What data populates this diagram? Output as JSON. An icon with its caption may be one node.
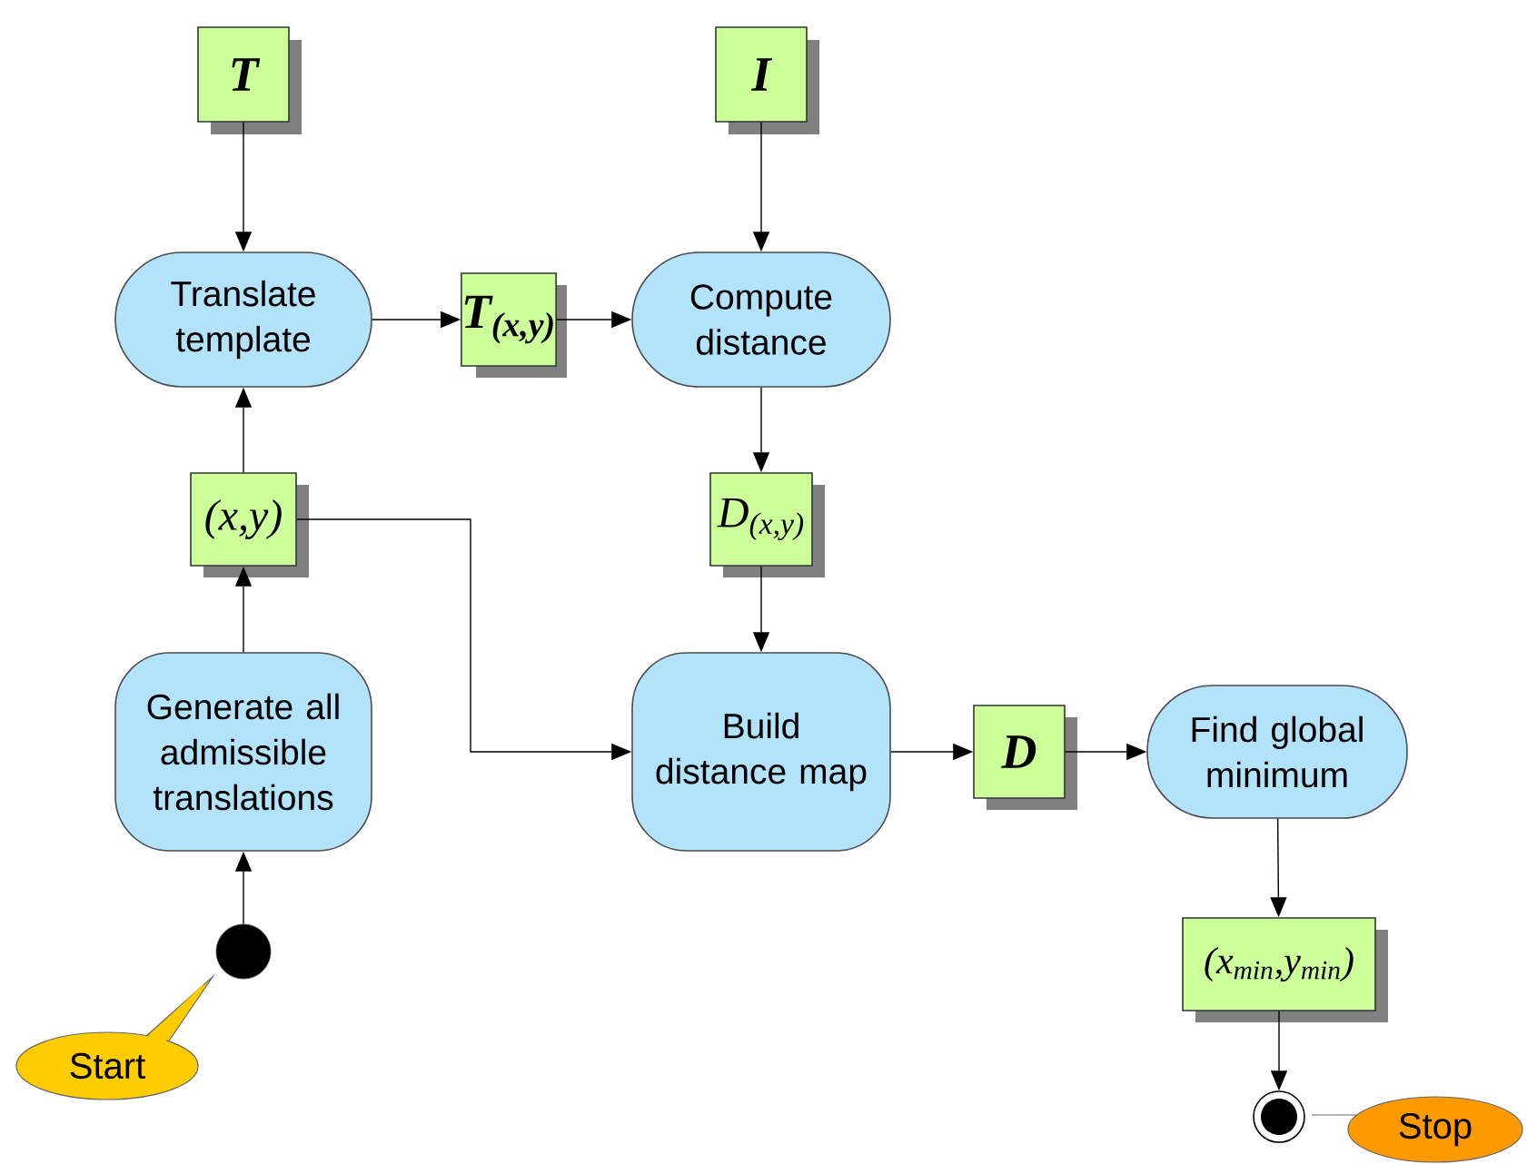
{
  "diagram": {
    "nodes": [
      {
        "text": [
          "T"
        ]
      },
      {
        "text": [
          "I"
        ]
      },
      {
        "text": [
          "Translate template"
        ]
      },
      {
        "text": [
          "T$_{(x,y)}$"
        ]
      },
      {
        "text": [
          "Compute distance"
        ]
      },
      {
        "text": [
          "(x,y)"
        ]
      },
      {
        "text": [
          "D$_{(x,y)}$"
        ]
      },
      {
        "text": [
          "Generate all admissible translations"
        ]
      },
      {
        "text": [
          "Build distance map"
        ]
      },
      {
        "text": [
          "D"
        ]
      },
      {
        "text": [
          "Find global minimum"
        ]
      },
      {
        "text": [],
        "shape": "circle"
      },
      {
        "text": [
          "(x$_{min}$,y$_{min}$)"
        ]
      },
      {
        "text": [],
        "shape": "circle"
      },
      {
        "text": [
          "Start"
        ]
      },
      {
        "text": [
          "Stop"
        ]
      }
    ],
    "edges": [
      {
        "from": 0,
        "to": 2,
        "arrow": "to"
      },
      {
        "from": 1,
        "to": 4,
        "arrow": "to"
      },
      {
        "from": 2,
        "to": 3,
        "arrow": "to"
      },
      {
        "from": 3,
        "to": 4,
        "arrow": "to"
      },
      {
        "from": 4,
        "to": 6,
        "arrow": "to"
      },
      {
        "from": 5,
        "to": 2,
        "arrow": "to"
      },
      {
        "from": 5,
        "to": 8,
        "arrow": "to"
      },
      {
        "from": 6,
        "to": 8,
        "arrow": "to"
      },
      {
        "from": 7,
        "to": 5,
        "arrow": "to"
      },
      {
        "from": 11,
        "to": 7,
        "arrow": "to"
      },
      {
        "from": 8,
        "to": 9,
        "arrow": "to"
      },
      {
        "from": 9,
        "to": 10,
        "arrow": "to"
      },
      {
        "from": 10,
        "to": 12,
        "arrow": "to"
      },
      {
        "from": 12,
        "to": 13,
        "arrow": "to"
      }
    ]
  }
}
